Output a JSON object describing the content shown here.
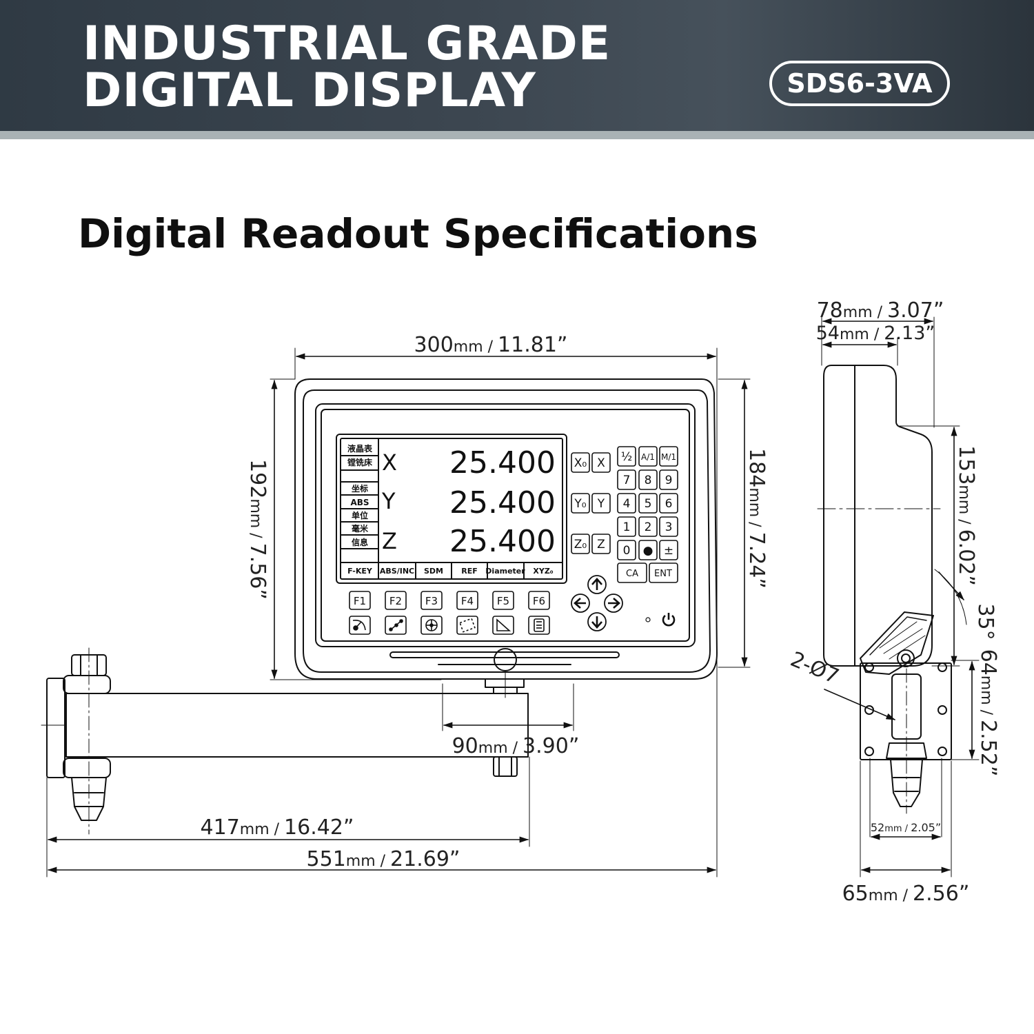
{
  "banner": {
    "title_line1": "INDUSTRIAL GRADE",
    "title_line2": "DIGITAL DISPLAY",
    "model": "SDS6-3VA",
    "bg_color": "#3c4650",
    "stripe_color": "#a9b2b5"
  },
  "heading": "Digital Readout Specifications",
  "display": {
    "side_labels": [
      "液晶表",
      "镗铣床",
      "坐标",
      "ABS",
      "单位",
      "毫米",
      "信息"
    ],
    "axes": [
      {
        "axis": "X",
        "value": "25.400"
      },
      {
        "axis": "Y",
        "value": "25.400"
      },
      {
        "axis": "Z",
        "value": "25.400"
      }
    ],
    "softkeys": [
      "F-KEY",
      "ABS/INC",
      "SDM",
      "REF",
      "Diameter",
      "XYZ₀"
    ]
  },
  "keypad": {
    "zero_keys": [
      "X₀",
      "Y₀",
      "Z₀"
    ],
    "axis_keys": [
      "X",
      "Y",
      "Z"
    ],
    "fraction_keys": [
      "½",
      "A/1",
      "M/1"
    ],
    "number_rows": [
      [
        "7",
        "8",
        "9"
      ],
      [
        "4",
        "5",
        "6"
      ],
      [
        "1",
        "2",
        "3"
      ],
      [
        "0",
        "●",
        "±"
      ]
    ],
    "ca": "CA",
    "ent": "ENT"
  },
  "function_keys": [
    "F1",
    "F2",
    "F3",
    "F4",
    "F5",
    "F6"
  ],
  "function_icons": [
    "arc-icon",
    "line-holes-icon",
    "bolt-circle-icon",
    "grid-holes-icon",
    "slope-icon",
    "calculator-icon"
  ],
  "dimensions": {
    "width_300": {
      "mm": "300",
      "in": "11.81”"
    },
    "height_192": {
      "mm": "192",
      "in": "7.56”"
    },
    "height_184": {
      "mm": "184",
      "in": "7.24”"
    },
    "arm_90": {
      "mm": "90",
      "in": "3.90”"
    },
    "arm_417": {
      "mm": "417",
      "in": "16.42”"
    },
    "total_551": {
      "mm": "551",
      "in": "21.69”"
    },
    "depth_78": {
      "mm": "78",
      "in": "3.07”"
    },
    "depth_54": {
      "mm": "54",
      "in": "2.13”"
    },
    "height_153": {
      "mm": "153",
      "in": "6.02”"
    },
    "angle": "35°",
    "mount_64": {
      "mm": "64",
      "in": "2.52”"
    },
    "holes": "2-Ø7",
    "mount_52": {
      "mm": "52",
      "in": "2.05”"
    },
    "mount_65": {
      "mm": "65",
      "in": "2.56”"
    },
    "unit": "mm / "
  }
}
